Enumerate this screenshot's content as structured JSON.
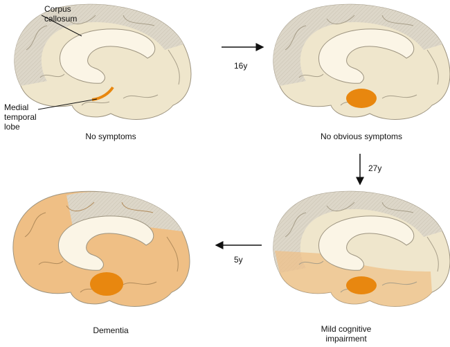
{
  "labels": {
    "corpus_callosum": "Corpus callosum",
    "medial_temporal_lobe": "Medial temporal lobe"
  },
  "stages": [
    {
      "caption": "No symptoms"
    },
    {
      "caption": "No obvious symptoms"
    },
    {
      "caption": "Mild cognitive impairment"
    },
    {
      "caption": "Dementia"
    }
  ],
  "transitions": [
    {
      "label": "16y",
      "from": "No symptoms",
      "to": "No obvious symptoms"
    },
    {
      "label": "27y",
      "from": "No obvious symptoms",
      "to": "Mild cognitive impairment"
    },
    {
      "label": "5y",
      "from": "Mild cognitive impairment",
      "to": "Dementia"
    }
  ],
  "colors": {
    "brain": "#efe6cc",
    "cortex": "#d9d3c4",
    "atrophy_core": "#e8870f",
    "atrophy_spread": "#efbf85"
  }
}
